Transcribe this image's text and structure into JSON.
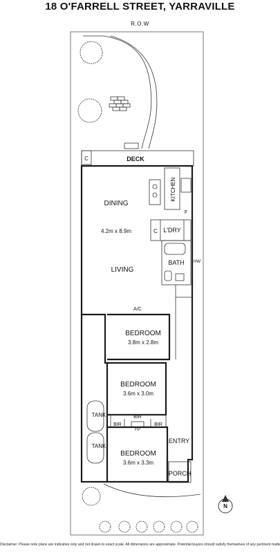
{
  "title": "18 O'FARRELL STREET, YARRAVILLE",
  "row_label": "R.O.W",
  "rooms": {
    "deck": "DECK",
    "deck_c": "C",
    "dining": "DINING",
    "living_dims": "4.2m x 8.9m",
    "living": "LIVING",
    "kitchen": "KITCHEN",
    "fridge": "F",
    "laundry": "L'DRY",
    "laundry_c": "C",
    "bath": "BATH",
    "hw": "HW",
    "ac": "A/C",
    "bed1": "BEDROOM",
    "bed1_dims": "3.8m x 2.8m",
    "bed2": "BEDROOM",
    "bed2_dims": "3.6m x 3.0m",
    "bir_top": "BIR",
    "bir_left": "BIR",
    "bir_right": "BIR",
    "fp": "FP",
    "tank1": "TANK",
    "tank2": "TANK",
    "bed3": "BEDROOM",
    "bed3_dims": "3.6m x 3.3m",
    "entry": "ENTRY",
    "porch": "PORCH"
  },
  "compass": "N",
  "disclaimer": "Disclaimer: Please note plans are indicative only and not drawn to exact scale. All dimensions are approximate. Potential buyers should satisfy themselves of any pertinent matters."
}
